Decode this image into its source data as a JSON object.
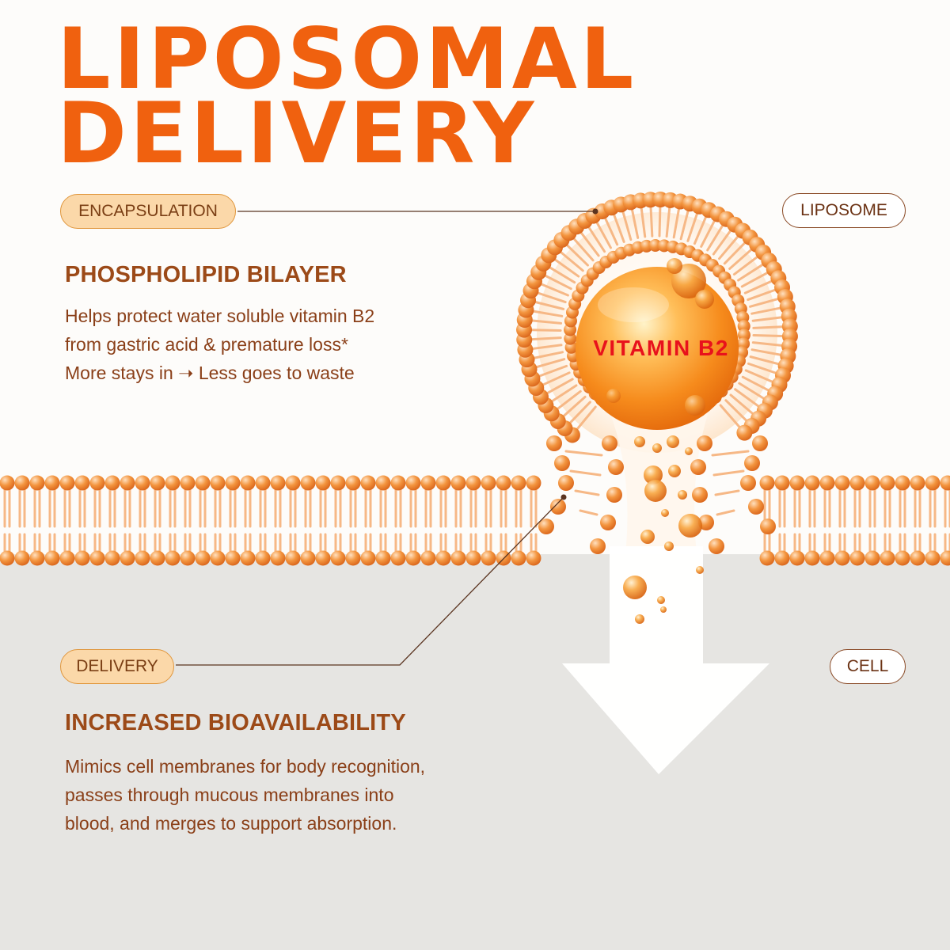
{
  "title": {
    "line1": "LIPOSOMAL",
    "line2": "DELIVERY"
  },
  "labels": {
    "encapsulation": "ENCAPSULATION",
    "liposome": "LIPOSOME",
    "delivery": "DELIVERY",
    "cell": "CELL"
  },
  "section1": {
    "heading": "PHOSPHOLIPID BILAYER",
    "lines": [
      "Helps protect  water soluble vitamin B2",
      "from gastric acid & premature loss*",
      "More stays in ➝ Less goes to waste"
    ]
  },
  "section2": {
    "heading": "INCREASED BIOAVAILABILITY",
    "lines": [
      "Mimics cell membranes for body recognition,",
      "passes through mucous membranes into",
      "blood, and merges to support absorption."
    ]
  },
  "vitamin": {
    "label": "VITAMIN B2"
  },
  "colors": {
    "title": "#f0610f",
    "membrane_head": "#f08a33",
    "membrane_tail": "#f6b886",
    "heading": "#9c4a18",
    "body_text": "#8a3f18",
    "vitamin_label": "#e8121c",
    "pill_fill": "#fbd8a9"
  }
}
